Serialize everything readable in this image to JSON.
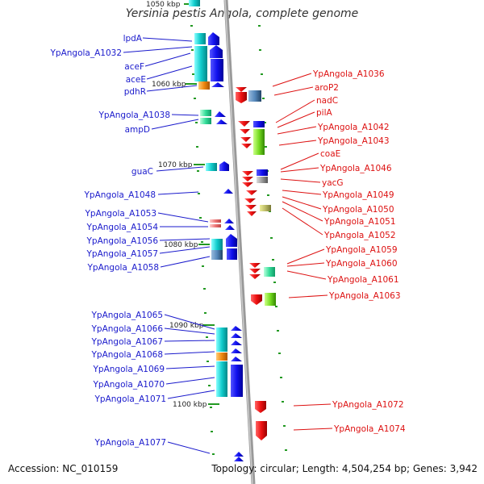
{
  "title": "Yersinia pestis Angola, complete genome",
  "accession": "Accession: NC_010159",
  "summary": "Topology: circular; Length: 4,504,254 bp; Genes: 3,942",
  "kbp_ticks": [
    {
      "label": "1050 kbp"
    },
    {
      "label": "1060 kbp"
    },
    {
      "label": "1070 kbp"
    },
    {
      "label": "1080 kbp"
    },
    {
      "label": "1090 kbp"
    },
    {
      "label": "1100 kbp"
    }
  ],
  "left_genes": [
    "lpdA",
    "YpAngola_A1032",
    "aceF",
    "aceE",
    "pdhR",
    "YpAngola_A1038",
    "ampD",
    "guaC",
    "YpAngola_A1048",
    "YpAngola_A1053",
    "YpAngola_A1054",
    "YpAngola_A1056",
    "YpAngola_A1057",
    "YpAngola_A1058",
    "YpAngola_A1065",
    "YpAngola_A1066",
    "YpAngola_A1067",
    "YpAngola_A1068",
    "YpAngola_A1069",
    "YpAngola_A1070",
    "YpAngola_A1071",
    "YpAngola_A1077"
  ],
  "right_genes": [
    "YpAngola_A1036",
    "aroP2",
    "nadC",
    "pilA",
    "YpAngola_A1042",
    "YpAngola_A1043",
    "coaE",
    "YpAngola_A1046",
    "yacG",
    "YpAngola_A1049",
    "YpAngola_A1050",
    "YpAngola_A1051",
    "YpAngola_A1052",
    "YpAngola_A1059",
    "YpAngola_A1060",
    "YpAngola_A1061",
    "YpAngola_A1063",
    "YpAngola_A1072",
    "YpAngola_A1074"
  ],
  "colors": {
    "forward_label": "#1a1acc",
    "reverse_label": "#dd1111",
    "backbone": "#999999",
    "forward_arrow": "#1a1aee",
    "reverse_arrow": "#ee1111",
    "cog_cyan": "#22cccc",
    "cog_orange": "#ee8811",
    "cog_green": "#77dd22",
    "cog_steel": "#5588bb",
    "tick_green": "#229922"
  }
}
